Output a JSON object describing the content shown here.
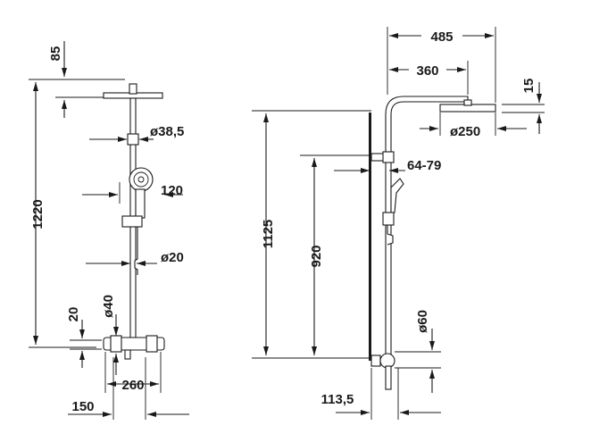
{
  "diagram": {
    "front_view": {
      "labels": {
        "overall_height": "1220",
        "head_offset": "85",
        "riser_diameter": "ø38,5",
        "hand_shower_diameter": "120",
        "hose_diameter": "ø20",
        "mixer_diameter": "ø40",
        "mixer_height": "20",
        "mixer_width": "260",
        "inlet_spacing": "150"
      }
    },
    "side_view": {
      "labels": {
        "arm_reach": "485",
        "head_center": "360",
        "head_thickness": "15",
        "head_diameter": "ø250",
        "bracket_range": "64-79",
        "riser_height": "1125",
        "bracket_height": "920",
        "inlet_diameter": "ø60",
        "wall_offset": "113,5"
      }
    }
  }
}
